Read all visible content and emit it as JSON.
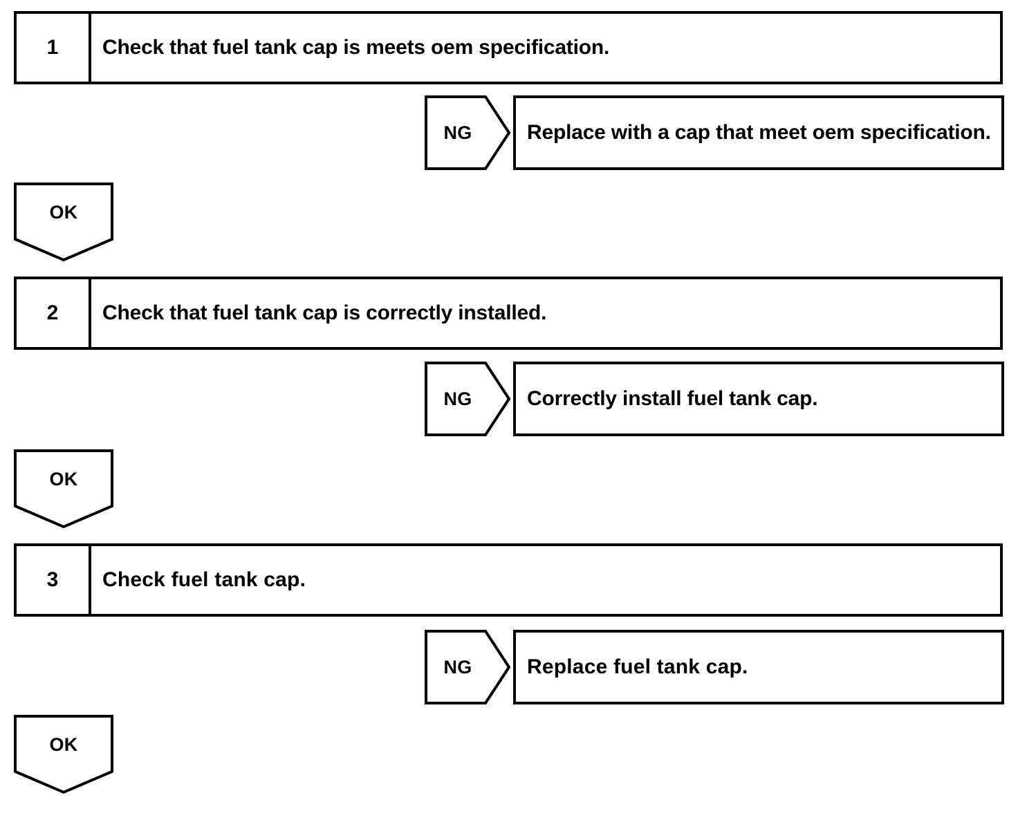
{
  "diagram": {
    "type": "troubleshooting-flowchart",
    "branch_labels": {
      "pass": "OK",
      "fail": "NG"
    },
    "steps": [
      {
        "number": "1",
        "instruction": "Check that fuel tank cap is meets oem specification.",
        "ng": {
          "label": "NG",
          "action": "Replace with a cap that meet oem specification."
        },
        "ok": {
          "label": "OK"
        }
      },
      {
        "number": "2",
        "instruction": "Check that fuel tank cap is correctly installed.",
        "ng": {
          "label": "NG",
          "action": "Correctly install fuel tank cap."
        },
        "ok": {
          "label": "OK"
        }
      },
      {
        "number": "3",
        "instruction": "Check fuel tank cap.",
        "ng": {
          "label": "NG",
          "action": "Replace fuel tank cap."
        },
        "ok": {
          "label": "OK"
        }
      }
    ]
  },
  "colors": {
    "stroke": "#000000",
    "fill": "#ffffff"
  }
}
